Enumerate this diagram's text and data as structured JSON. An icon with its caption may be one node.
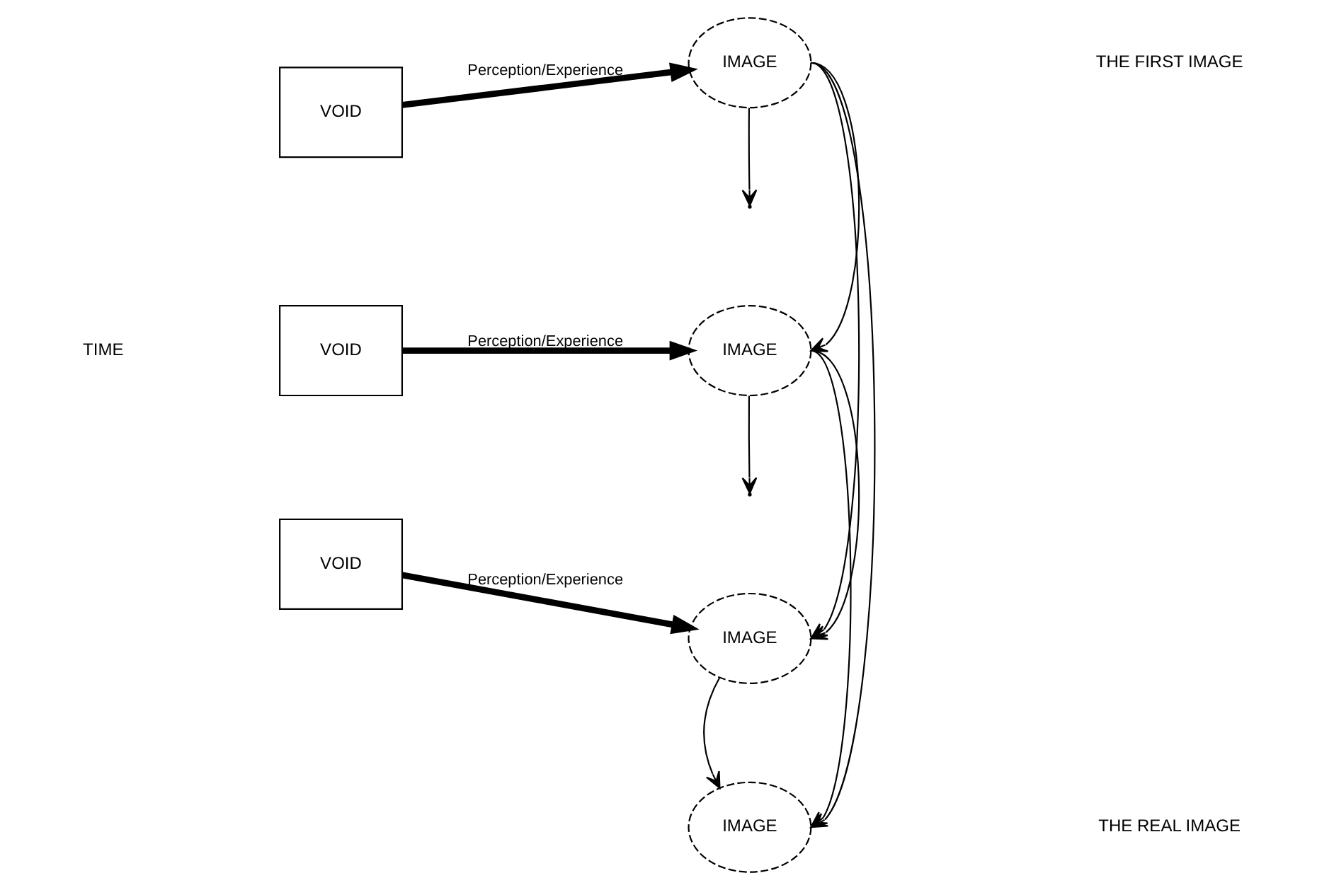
{
  "diagram": {
    "nodes": [
      {
        "text": [
          "VOID"
        ]
      },
      {
        "text": [
          "IMAGE"
        ]
      },
      {
        "text": [
          "VOID"
        ]
      },
      {
        "text": [
          "IMAGE"
        ]
      },
      {
        "text": [
          "VOID"
        ]
      },
      {
        "text": [
          "IMAGE"
        ]
      },
      {
        "text": [
          "IMAGE"
        ]
      }
    ],
    "edges": [
      {
        "from": 0,
        "to": 1,
        "arrow": "to",
        "label": "Perception/Experience",
        "style": "thick"
      },
      {
        "from": 1,
        "to": null,
        "arrow": "to"
      },
      {
        "from": 1,
        "to": 3,
        "arrow": "to"
      },
      {
        "from": 1,
        "to": 5,
        "arrow": "to"
      },
      {
        "from": 1,
        "to": 6,
        "arrow": "to"
      },
      {
        "from": 2,
        "to": 3,
        "arrow": "to",
        "label": "Perception/Experience",
        "style": "thick"
      },
      {
        "from": 3,
        "to": null,
        "arrow": "to"
      },
      {
        "from": 3,
        "to": 5,
        "arrow": "to"
      },
      {
        "from": 3,
        "to": 6,
        "arrow": "to"
      },
      {
        "from": 4,
        "to": 5,
        "arrow": "to",
        "label": "Perception/Experience",
        "style": "thick"
      },
      {
        "from": 5,
        "to": 6,
        "arrow": "to"
      }
    ],
    "labels": [
      "TIME",
      "THE FIRST IMAGE",
      "THE REAL IMAGE"
    ]
  }
}
